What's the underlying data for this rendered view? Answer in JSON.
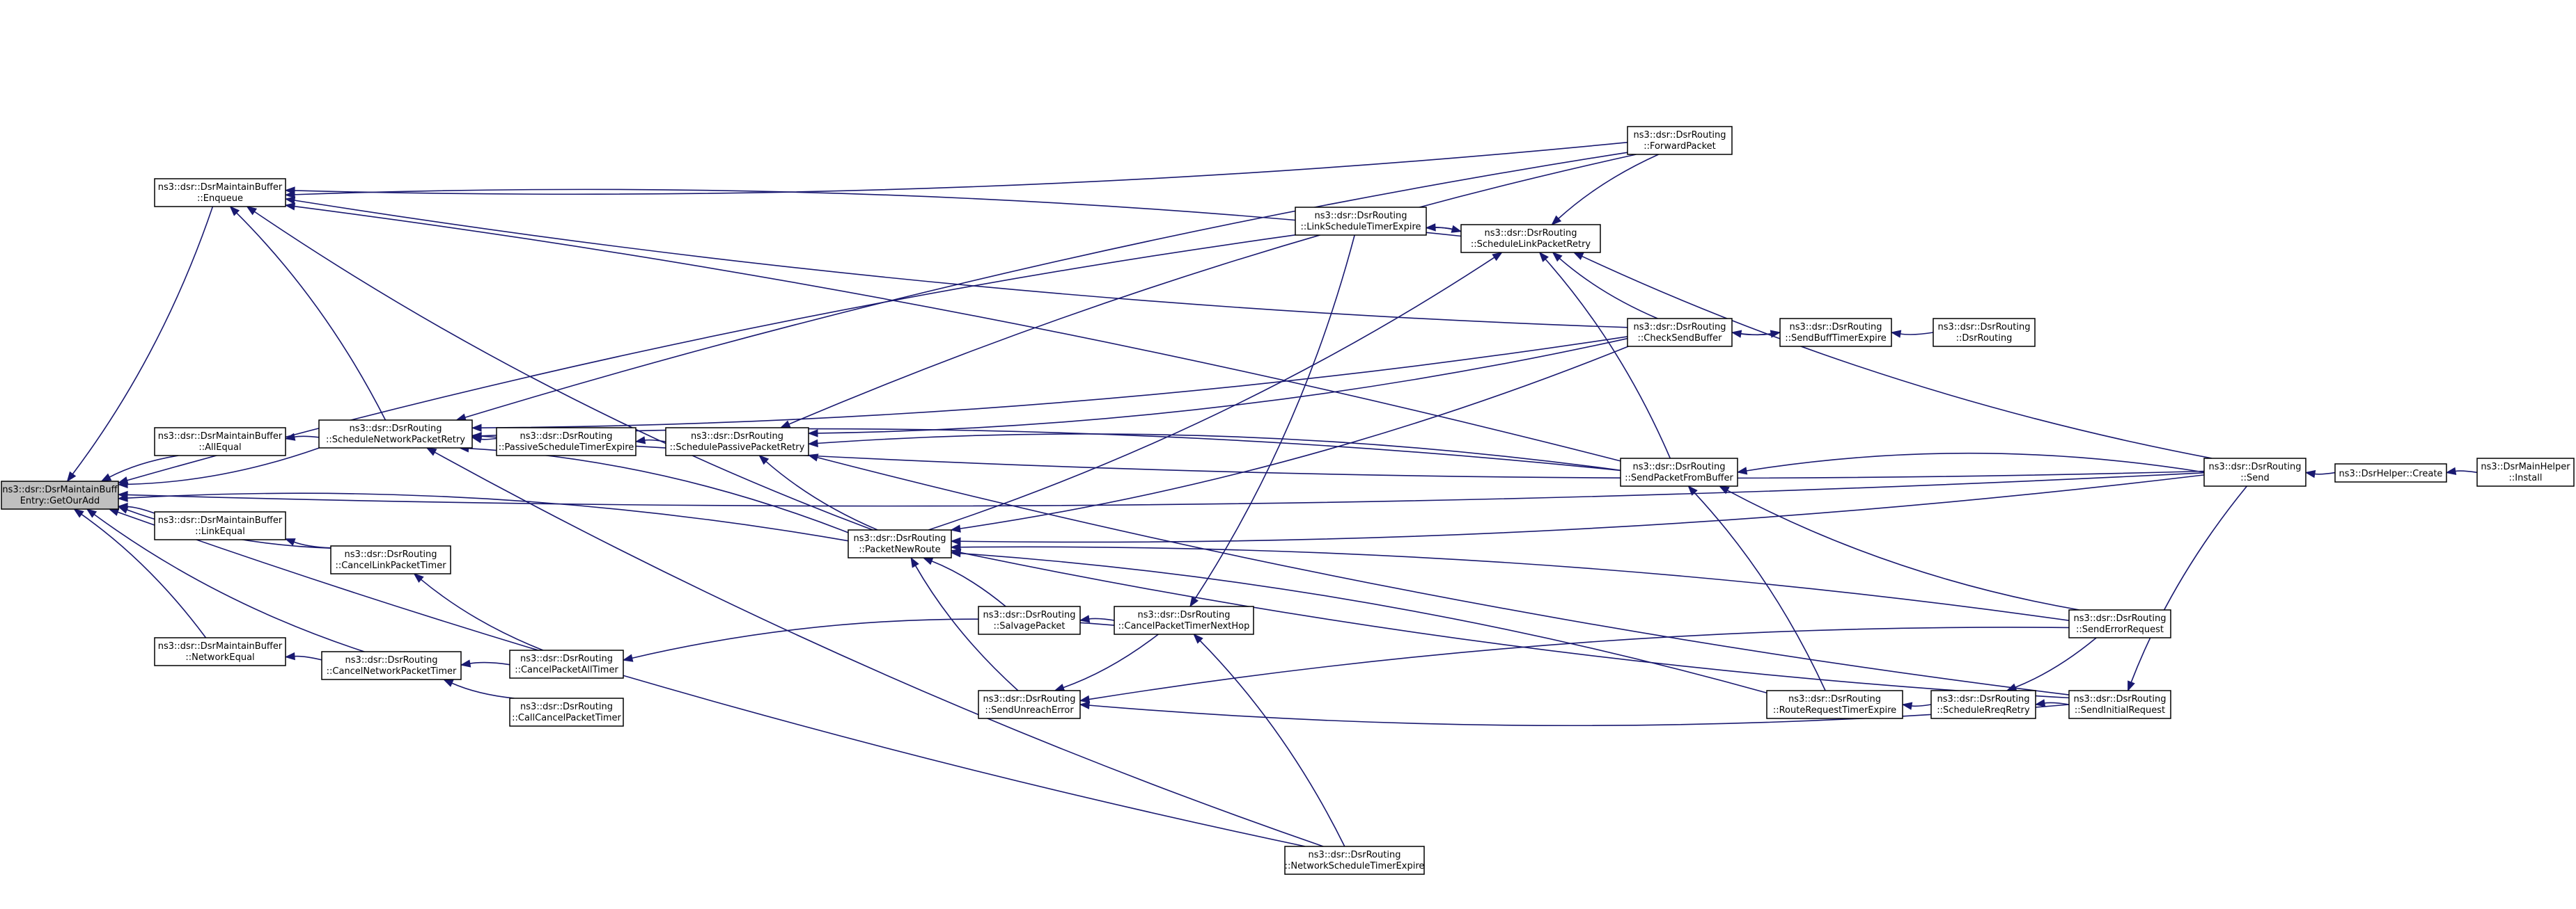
{
  "graph": {
    "type": "call-graph",
    "nodes": [
      {
        "id": "getoradd",
        "line1": "ns3::dsr::DsrMaintainBuff",
        "line2": "Entry::GetOurAdd",
        "highlighted": true
      },
      {
        "id": "enqueue",
        "line1": "ns3::dsr::DsrMaintainBuffer",
        "line2": "::Enqueue"
      },
      {
        "id": "allequal",
        "line1": "ns3::dsr::DsrMaintainBuffer",
        "line2": "::AllEqual"
      },
      {
        "id": "linkequal",
        "line1": "ns3::dsr::DsrMaintainBuffer",
        "line2": "::LinkEqual"
      },
      {
        "id": "networkequal",
        "line1": "ns3::dsr::DsrMaintainBuffer",
        "line2": "::NetworkEqual"
      },
      {
        "id": "schednetretry",
        "line1": "ns3::dsr::DsrRouting",
        "line2": "::ScheduleNetworkPacketRetry"
      },
      {
        "id": "cancellink",
        "line1": "ns3::dsr::DsrRouting",
        "line2": "::CancelLinkPacketTimer"
      },
      {
        "id": "cancelnetwork",
        "line1": "ns3::dsr::DsrRouting",
        "line2": "::CancelNetworkPacketTimer"
      },
      {
        "id": "passivetimer",
        "line1": "ns3::dsr::DsrRouting",
        "line2": "::PassiveScheduleTimerExpire"
      },
      {
        "id": "cancelall",
        "line1": "ns3::dsr::DsrRouting",
        "line2": "::CancelPacketAllTimer"
      },
      {
        "id": "callcancel",
        "line1": "ns3::dsr::DsrRouting",
        "line2": "::CallCancelPacketTimer"
      },
      {
        "id": "schedpassive",
        "line1": "ns3::dsr::DsrRouting",
        "line2": "::SchedulePassivePacketRetry"
      },
      {
        "id": "packetnewroute",
        "line1": "ns3::dsr::DsrRouting",
        "line2": "::PacketNewRoute"
      },
      {
        "id": "salvage",
        "line1": "ns3::dsr::DsrRouting",
        "line2": "::SalvagePacket"
      },
      {
        "id": "sendunreach",
        "line1": "ns3::dsr::DsrRouting",
        "line2": "::SendUnreachError"
      },
      {
        "id": "cancelnexthop",
        "line1": "ns3::dsr::DsrRouting",
        "line2": "::CancelPacketTimerNextHop"
      },
      {
        "id": "linktimer",
        "line1": "ns3::dsr::DsrRouting",
        "line2": "::LinkScheduleTimerExpire"
      },
      {
        "id": "nettimer",
        "line1": "ns3::dsr::DsrRouting",
        "line2": "::NetworkScheduleTimerExpire"
      },
      {
        "id": "schedlinkretry",
        "line1": "ns3::dsr::DsrRouting",
        "line2": "::ScheduleLinkPacketRetry"
      },
      {
        "id": "forward",
        "line1": "ns3::dsr::DsrRouting",
        "line2": "::ForwardPacket"
      },
      {
        "id": "checksend",
        "line1": "ns3::dsr::DsrRouting",
        "line2": "::CheckSendBuffer"
      },
      {
        "id": "sendfrombuf",
        "line1": "ns3::dsr::DsrRouting",
        "line2": "::SendPacketFromBuffer"
      },
      {
        "id": "rrtimer",
        "line1": "ns3::dsr::DsrRouting",
        "line2": "::RouteRequestTimerExpire"
      },
      {
        "id": "sendbufftimer",
        "line1": "ns3::dsr::DsrRouting",
        "line2": "::SendBuffTimerExpire"
      },
      {
        "id": "dtor",
        "line1": "ns3::dsr::DsrRouting",
        "line2": "::DsrRouting"
      },
      {
        "id": "schedreq",
        "line1": "ns3::dsr::DsrRouting",
        "line2": "::ScheduleRreqRetry"
      },
      {
        "id": "senderror",
        "line1": "ns3::dsr::DsrRouting",
        "line2": "::SendErrorRequest"
      },
      {
        "id": "sendinitial",
        "line1": "ns3::dsr::DsrRouting",
        "line2": "::SendInitialRequest"
      },
      {
        "id": "send",
        "line1": "ns3::dsr::DsrRouting",
        "line2": "::Send"
      },
      {
        "id": "helpercreate",
        "line1": "ns3::DsrHelper::Create",
        "line2": ""
      },
      {
        "id": "maininstall",
        "line1": "ns3::DsrMainHelper",
        "line2": "::Install"
      }
    ],
    "edges": [
      [
        "enqueue",
        "getoradd"
      ],
      [
        "allequal",
        "getoradd"
      ],
      [
        "schednetretry",
        "getoradd"
      ],
      [
        "linkequal",
        "getoradd"
      ],
      [
        "cancellink",
        "getoradd"
      ],
      [
        "networkequal",
        "getoradd"
      ],
      [
        "cancelnetwork",
        "getoradd"
      ],
      [
        "packetnewroute",
        "getoradd"
      ],
      [
        "nettimer",
        "getoradd"
      ],
      [
        "linktimer",
        "getoradd"
      ],
      [
        "send",
        "getoradd"
      ],
      [
        "schednetretry",
        "enqueue"
      ],
      [
        "forward",
        "enqueue"
      ],
      [
        "schedlinkretry",
        "enqueue"
      ],
      [
        "checksend",
        "enqueue"
      ],
      [
        "sendfrombuf",
        "enqueue"
      ],
      [
        "packetnewroute",
        "enqueue"
      ],
      [
        "schednetretry",
        "allequal"
      ],
      [
        "cancellink",
        "linkequal"
      ],
      [
        "cancelnetwork",
        "networkequal"
      ],
      [
        "cancelall",
        "cancellink"
      ],
      [
        "cancelall",
        "cancelnetwork"
      ],
      [
        "callcancel",
        "cancelnetwork"
      ],
      [
        "cancelnexthop",
        "cancelall"
      ],
      [
        "passivetimer",
        "schednetretry"
      ],
      [
        "packetnewroute",
        "schednetretry"
      ],
      [
        "nettimer",
        "schednetretry"
      ],
      [
        "forward",
        "schednetretry"
      ],
      [
        "checksend",
        "schednetretry"
      ],
      [
        "sendfrombuf",
        "schednetretry"
      ],
      [
        "send",
        "schednetretry"
      ],
      [
        "schedpassive",
        "passivetimer"
      ],
      [
        "packetnewroute",
        "schedpassive"
      ],
      [
        "forward",
        "schedpassive"
      ],
      [
        "checksend",
        "schedpassive"
      ],
      [
        "sendfrombuf",
        "schedpassive"
      ],
      [
        "sendinitial",
        "schedpassive"
      ],
      [
        "salvage",
        "packetnewroute"
      ],
      [
        "sendunreach",
        "packetnewroute"
      ],
      [
        "senderror",
        "packetnewroute"
      ],
      [
        "send",
        "packetnewroute"
      ],
      [
        "rrtimer",
        "packetnewroute"
      ],
      [
        "sendinitial",
        "packetnewroute"
      ],
      [
        "cancelnexthop",
        "salvage"
      ],
      [
        "cancelnexthop",
        "sendunreach"
      ],
      [
        "senderror",
        "sendunreach"
      ],
      [
        "sendinitial",
        "sendunreach"
      ],
      [
        "nettimer",
        "cancelnexthop"
      ],
      [
        "linktimer",
        "cancelnexthop"
      ],
      [
        "schedlinkretry",
        "linktimer"
      ],
      [
        "linktimer",
        "schedlinkretry"
      ],
      [
        "forward",
        "schedlinkretry"
      ],
      [
        "checksend",
        "schedlinkretry"
      ],
      [
        "sendfrombuf",
        "schedlinkretry"
      ],
      [
        "send",
        "schedlinkretry"
      ],
      [
        "packetnewroute",
        "schedlinkretry"
      ],
      [
        "sendbufftimer",
        "checksend"
      ],
      [
        "checksend",
        "sendbufftimer"
      ],
      [
        "dtor",
        "sendbufftimer"
      ],
      [
        "send",
        "sendfrombuf"
      ],
      [
        "senderror",
        "sendfrombuf"
      ],
      [
        "rrtimer",
        "sendfrombuf"
      ],
      [
        "schedreq",
        "rrtimer"
      ],
      [
        "sendinitial",
        "schedreq"
      ],
      [
        "senderror",
        "schedreq"
      ],
      [
        "send",
        "sendinitial"
      ],
      [
        "helpercreate",
        "send"
      ],
      [
        "maininstall",
        "helpercreate"
      ],
      [
        "checksend",
        "packetnewroute"
      ]
    ]
  }
}
